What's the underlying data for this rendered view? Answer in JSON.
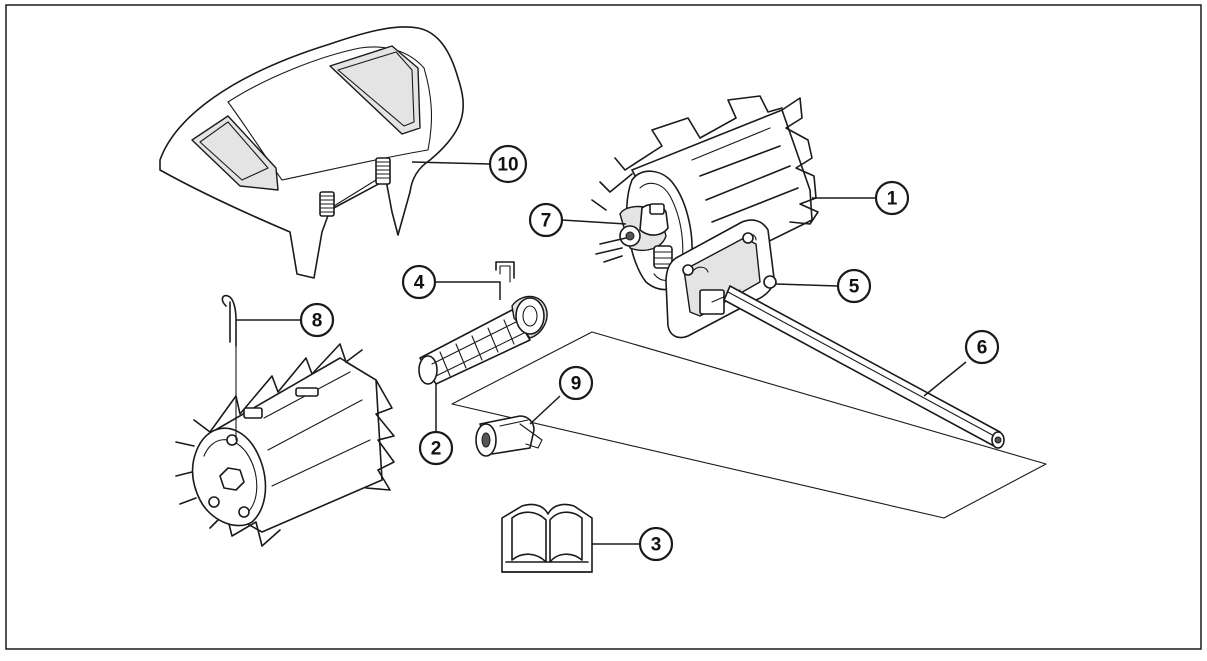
{
  "diagram": {
    "callouts": [
      {
        "id": "c1",
        "label": "1"
      },
      {
        "id": "c2",
        "label": "2"
      },
      {
        "id": "c3",
        "label": "3"
      },
      {
        "id": "c4",
        "label": "4"
      },
      {
        "id": "c5",
        "label": "5"
      },
      {
        "id": "c6",
        "label": "6"
      },
      {
        "id": "c7",
        "label": "7"
      },
      {
        "id": "c8",
        "label": "8"
      },
      {
        "id": "c9",
        "label": "9"
      },
      {
        "id": "c10",
        "label": "10"
      }
    ],
    "parts": [
      {
        "callout": "1",
        "icon": "tine-roller-icon"
      },
      {
        "callout": "2",
        "icon": "shaft-coupling-icon"
      },
      {
        "callout": "3",
        "icon": "manual-book-icon"
      },
      {
        "callout": "4",
        "icon": "staple-pin-icon"
      },
      {
        "callout": "5",
        "icon": "frame-bracket-icon"
      },
      {
        "callout": "6",
        "icon": "drive-rod-icon"
      },
      {
        "callout": "7",
        "icon": "hub-gear-icon"
      },
      {
        "callout": "8",
        "icon": "cotter-pin-icon"
      },
      {
        "callout": "9",
        "icon": "adapter-sleeve-icon"
      },
      {
        "callout": "10",
        "icon": "cover-hood-icon"
      }
    ],
    "colors": {
      "line": "#1a1a1a",
      "fill": "#ffffff",
      "shade": "#e4e4e4"
    }
  }
}
